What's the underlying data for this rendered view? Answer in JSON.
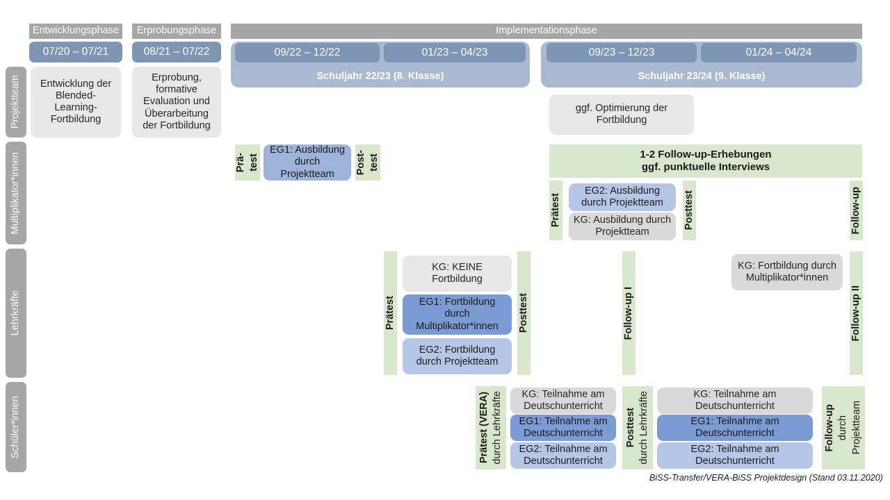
{
  "document": {
    "footer_note": "BiSS-Transfer/VERA-BiSS Projektdesign (Stand 03.11.2020)"
  },
  "colors": {
    "grey_header": "#a6a6a6",
    "date_pill": "#7f95b4",
    "schuljahr": "#a9b9cf",
    "grey_box": "#e8e8e8",
    "grey_box_dark": "#d9d9d9",
    "blue_dark": "#7b9bd5",
    "blue_mid": "#9db3da",
    "blue_light": "#b4c7e7",
    "green": "#d9e8cd"
  },
  "phases": [
    {
      "label": "Entwicklungsphase"
    },
    {
      "label": "Erprobungsphase"
    },
    {
      "label": "Implementationsphase"
    }
  ],
  "periods": [
    {
      "label": "07/20 – 07/21"
    },
    {
      "label": "08/21 – 07/22"
    },
    {
      "label": "09/22 – 12/22"
    },
    {
      "label": "01/23 – 04/23"
    },
    {
      "label": "09/23 – 12/23"
    },
    {
      "label": "01/24 – 04/24"
    }
  ],
  "school_years": [
    {
      "label": "Schuljahr 22/23 (8. Klasse)"
    },
    {
      "label": "Schuljahr 23/24 (9. Klasse)"
    }
  ],
  "rows": [
    {
      "label": "Projektteam"
    },
    {
      "label": "Multiplikator*innen"
    },
    {
      "label": "Lehrkräfte"
    },
    {
      "label": "Schüler*innen"
    }
  ],
  "projektteam": {
    "entwicklung": "Entwicklung der Blended-Learning-Fortbildung",
    "erprobung": "Erprobung, formative Evaluation und Überarbeitung der Fortbildung",
    "optimierung": "ggf. Optimierung der Fortbildung"
  },
  "multiplikatoren": {
    "praetest_line1": "Prä-",
    "praetest_line2": "test",
    "posttest_line1": "Post-",
    "posttest_line2": "test",
    "eg1_ausbildung": "EG1: Ausbildung durch Projektteam",
    "praetest": "Prätest",
    "posttest": "Posttest",
    "followup": "Follow-up",
    "eg2_ausbildung": "EG2: Ausbildung durch Projektteam",
    "kg_ausbildung": "KG: Ausbildung durch Projektteam",
    "banner_line1": "1-2 Follow-up-Erhebungen",
    "banner_line2": "ggf. punktuelle Interviews"
  },
  "lehrkraefte": {
    "praetest": "Prätest",
    "posttest": "Posttest",
    "followup1": "Follow-up I",
    "followup2": "Follow-up II",
    "kg_keine": "KG:  KEINE Fortbildung",
    "eg1_fortbildung": "EG1: Fortbildung durch Multiplikator*innen",
    "eg2_fortbildung": "EG2: Fortbildung durch Projektteam",
    "kg_fortbildung": "KG: Fortbildung durch Multiplikator*innen"
  },
  "schueler": {
    "praetest_bold": "Prätest (VERA)",
    "praetest_reg": "durch Lehrkräfte",
    "posttest_bold": "Posttest",
    "posttest_reg": "durch Lehrkräfte",
    "followup_bold": "Follow-up",
    "followup_reg1": "durch",
    "followup_reg2": "Projektteam",
    "kg_left": "KG: Teilnahme am Deutschunterricht",
    "eg1_left": "EG1: Teilnahme am Deutschunterricht",
    "eg2_left": "EG2: Teilnahme am Deutschunterricht",
    "kg_right": "KG: Teilnahme am Deutschunterricht",
    "eg1_right": "EG1: Teilnahme am Deutschunterricht",
    "eg2_right": "EG2: Teilnahme am Deutschunterricht"
  }
}
